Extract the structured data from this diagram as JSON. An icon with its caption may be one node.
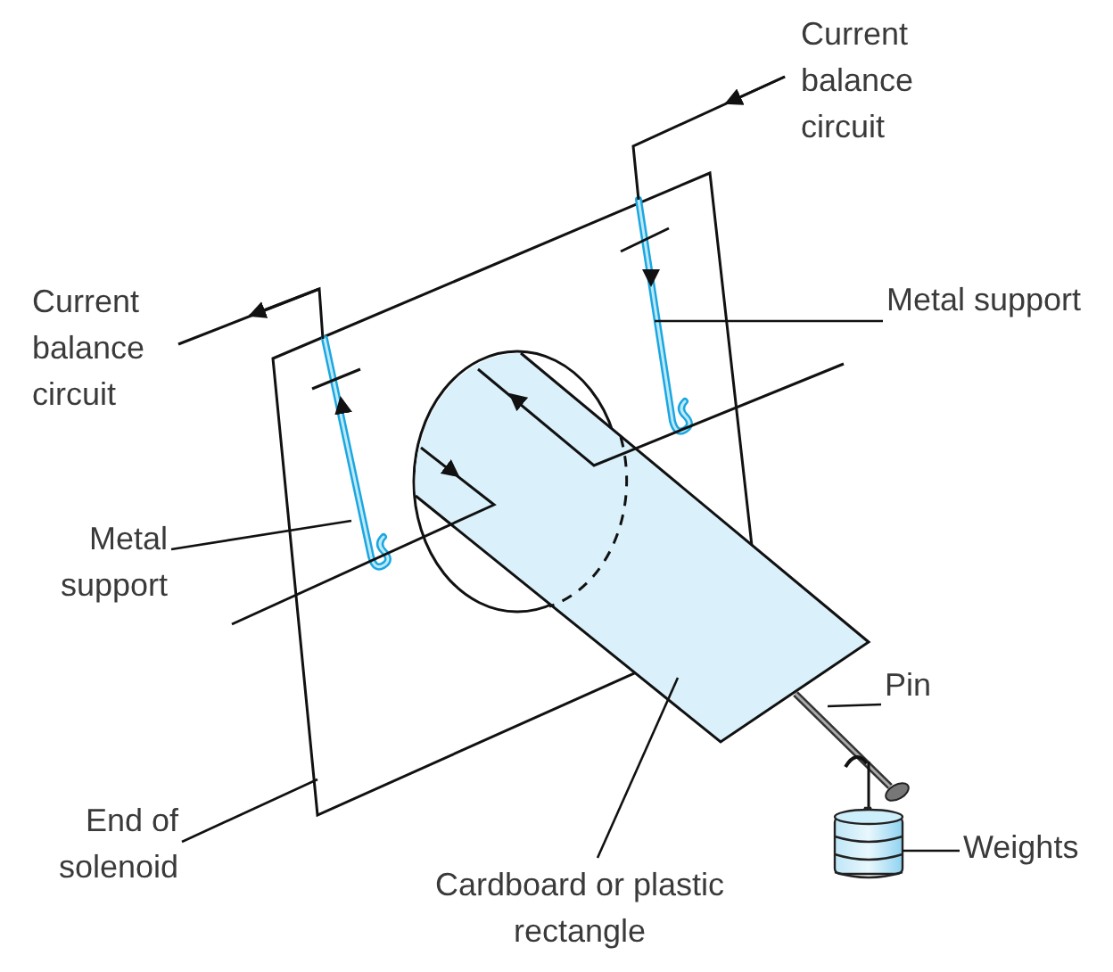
{
  "diagram": {
    "nodes": [
      {
        "text": [
          "Metal support"
        ]
      },
      {
        "text": [
          "Metal support"
        ]
      },
      {
        "text": [
          "End of solenoid"
        ]
      },
      {
        "text": [
          "Cardboard or plastic rectangle"
        ]
      },
      {
        "text": [
          "Pin"
        ]
      },
      {
        "text": [
          "Weights"
        ]
      },
      {
        "text": [],
        "shape": "cylinder"
      }
    ],
    "edges": [
      {
        "from": 0,
        "to": null,
        "arrow": "none"
      },
      {
        "from": 1,
        "to": null,
        "arrow": "none"
      },
      {
        "from": 2,
        "to": null,
        "arrow": "none"
      },
      {
        "from": 3,
        "to": null,
        "arrow": "none"
      },
      {
        "from": 4,
        "to": null,
        "arrow": "none"
      },
      {
        "from": 5,
        "to": 6,
        "arrow": "none"
      }
    ],
    "labels": [
      "Current balance circuit",
      "Current balance circuit"
    ]
  }
}
